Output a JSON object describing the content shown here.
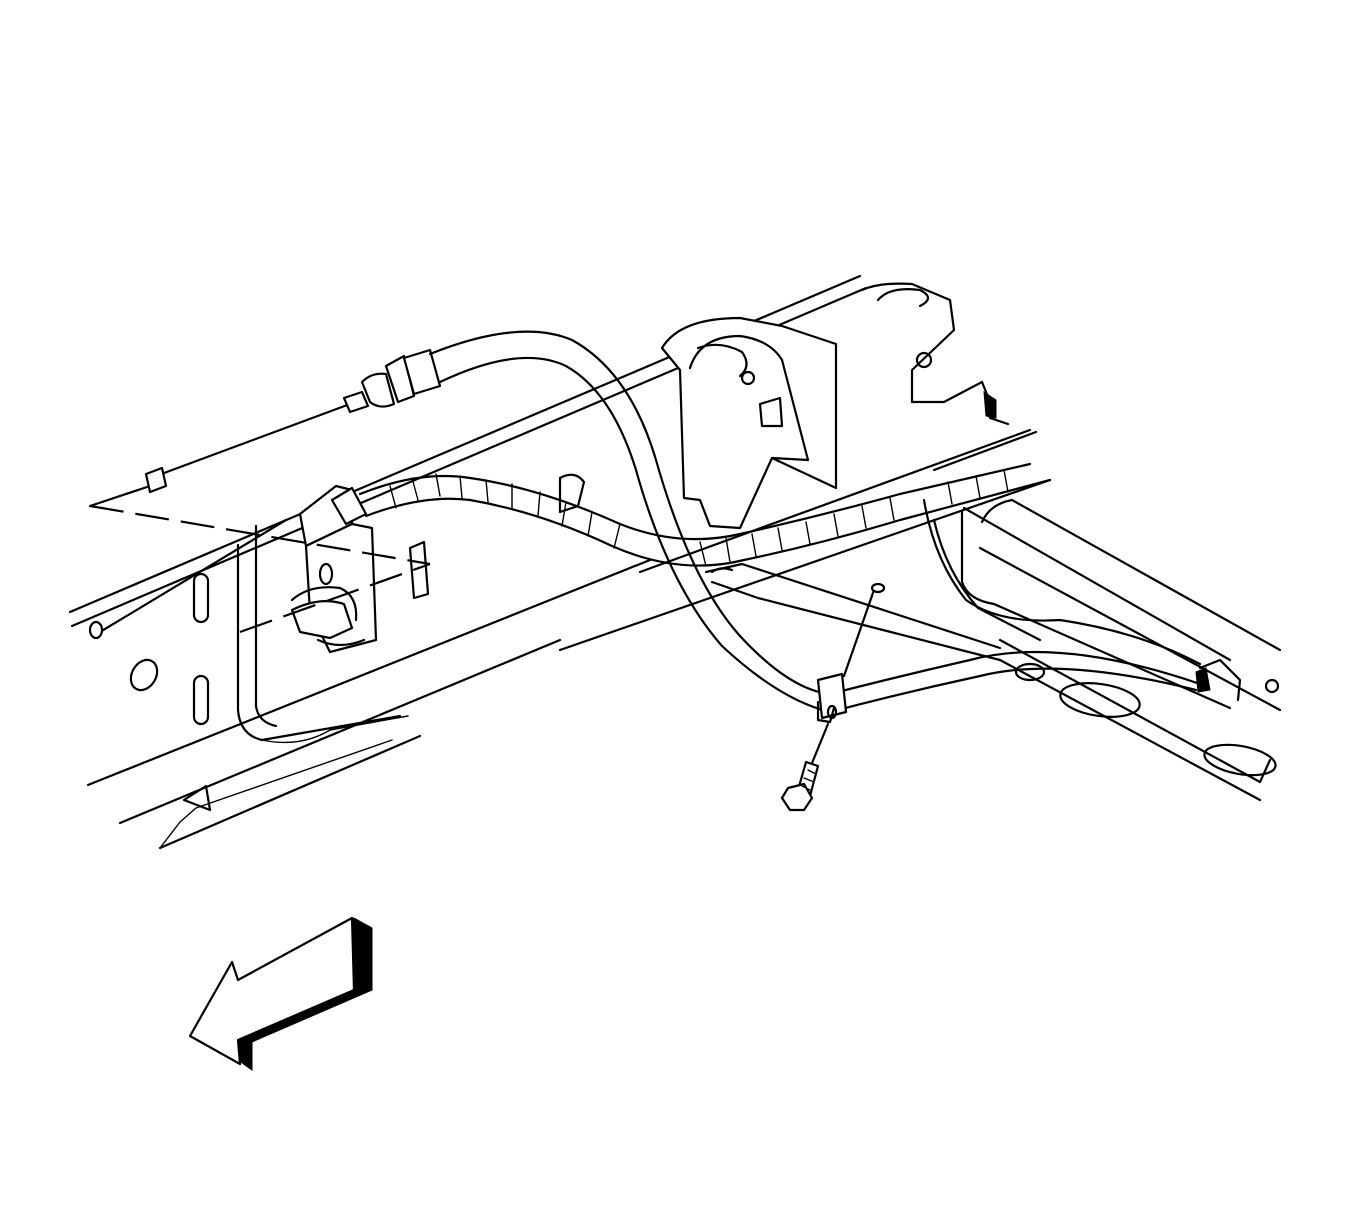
{
  "diagram": {
    "background_color": "#ffffff",
    "line_color": "#000000",
    "components": [
      {
        "name": "frame-rail-left",
        "icon": "frame-rail"
      },
      {
        "name": "frame-crossmember-right",
        "icon": "crossmember"
      },
      {
        "name": "frame-bracket",
        "icon": "bracket"
      },
      {
        "name": "parking-brake-cable-front",
        "icon": "cable"
      },
      {
        "name": "parking-brake-cable-rear",
        "icon": "cable"
      },
      {
        "name": "cable-retaining-clip",
        "icon": "clip"
      },
      {
        "name": "cable-bolt",
        "icon": "bolt"
      },
      {
        "name": "front-direction-arrow",
        "icon": "arrow-left-down-icon"
      }
    ]
  }
}
